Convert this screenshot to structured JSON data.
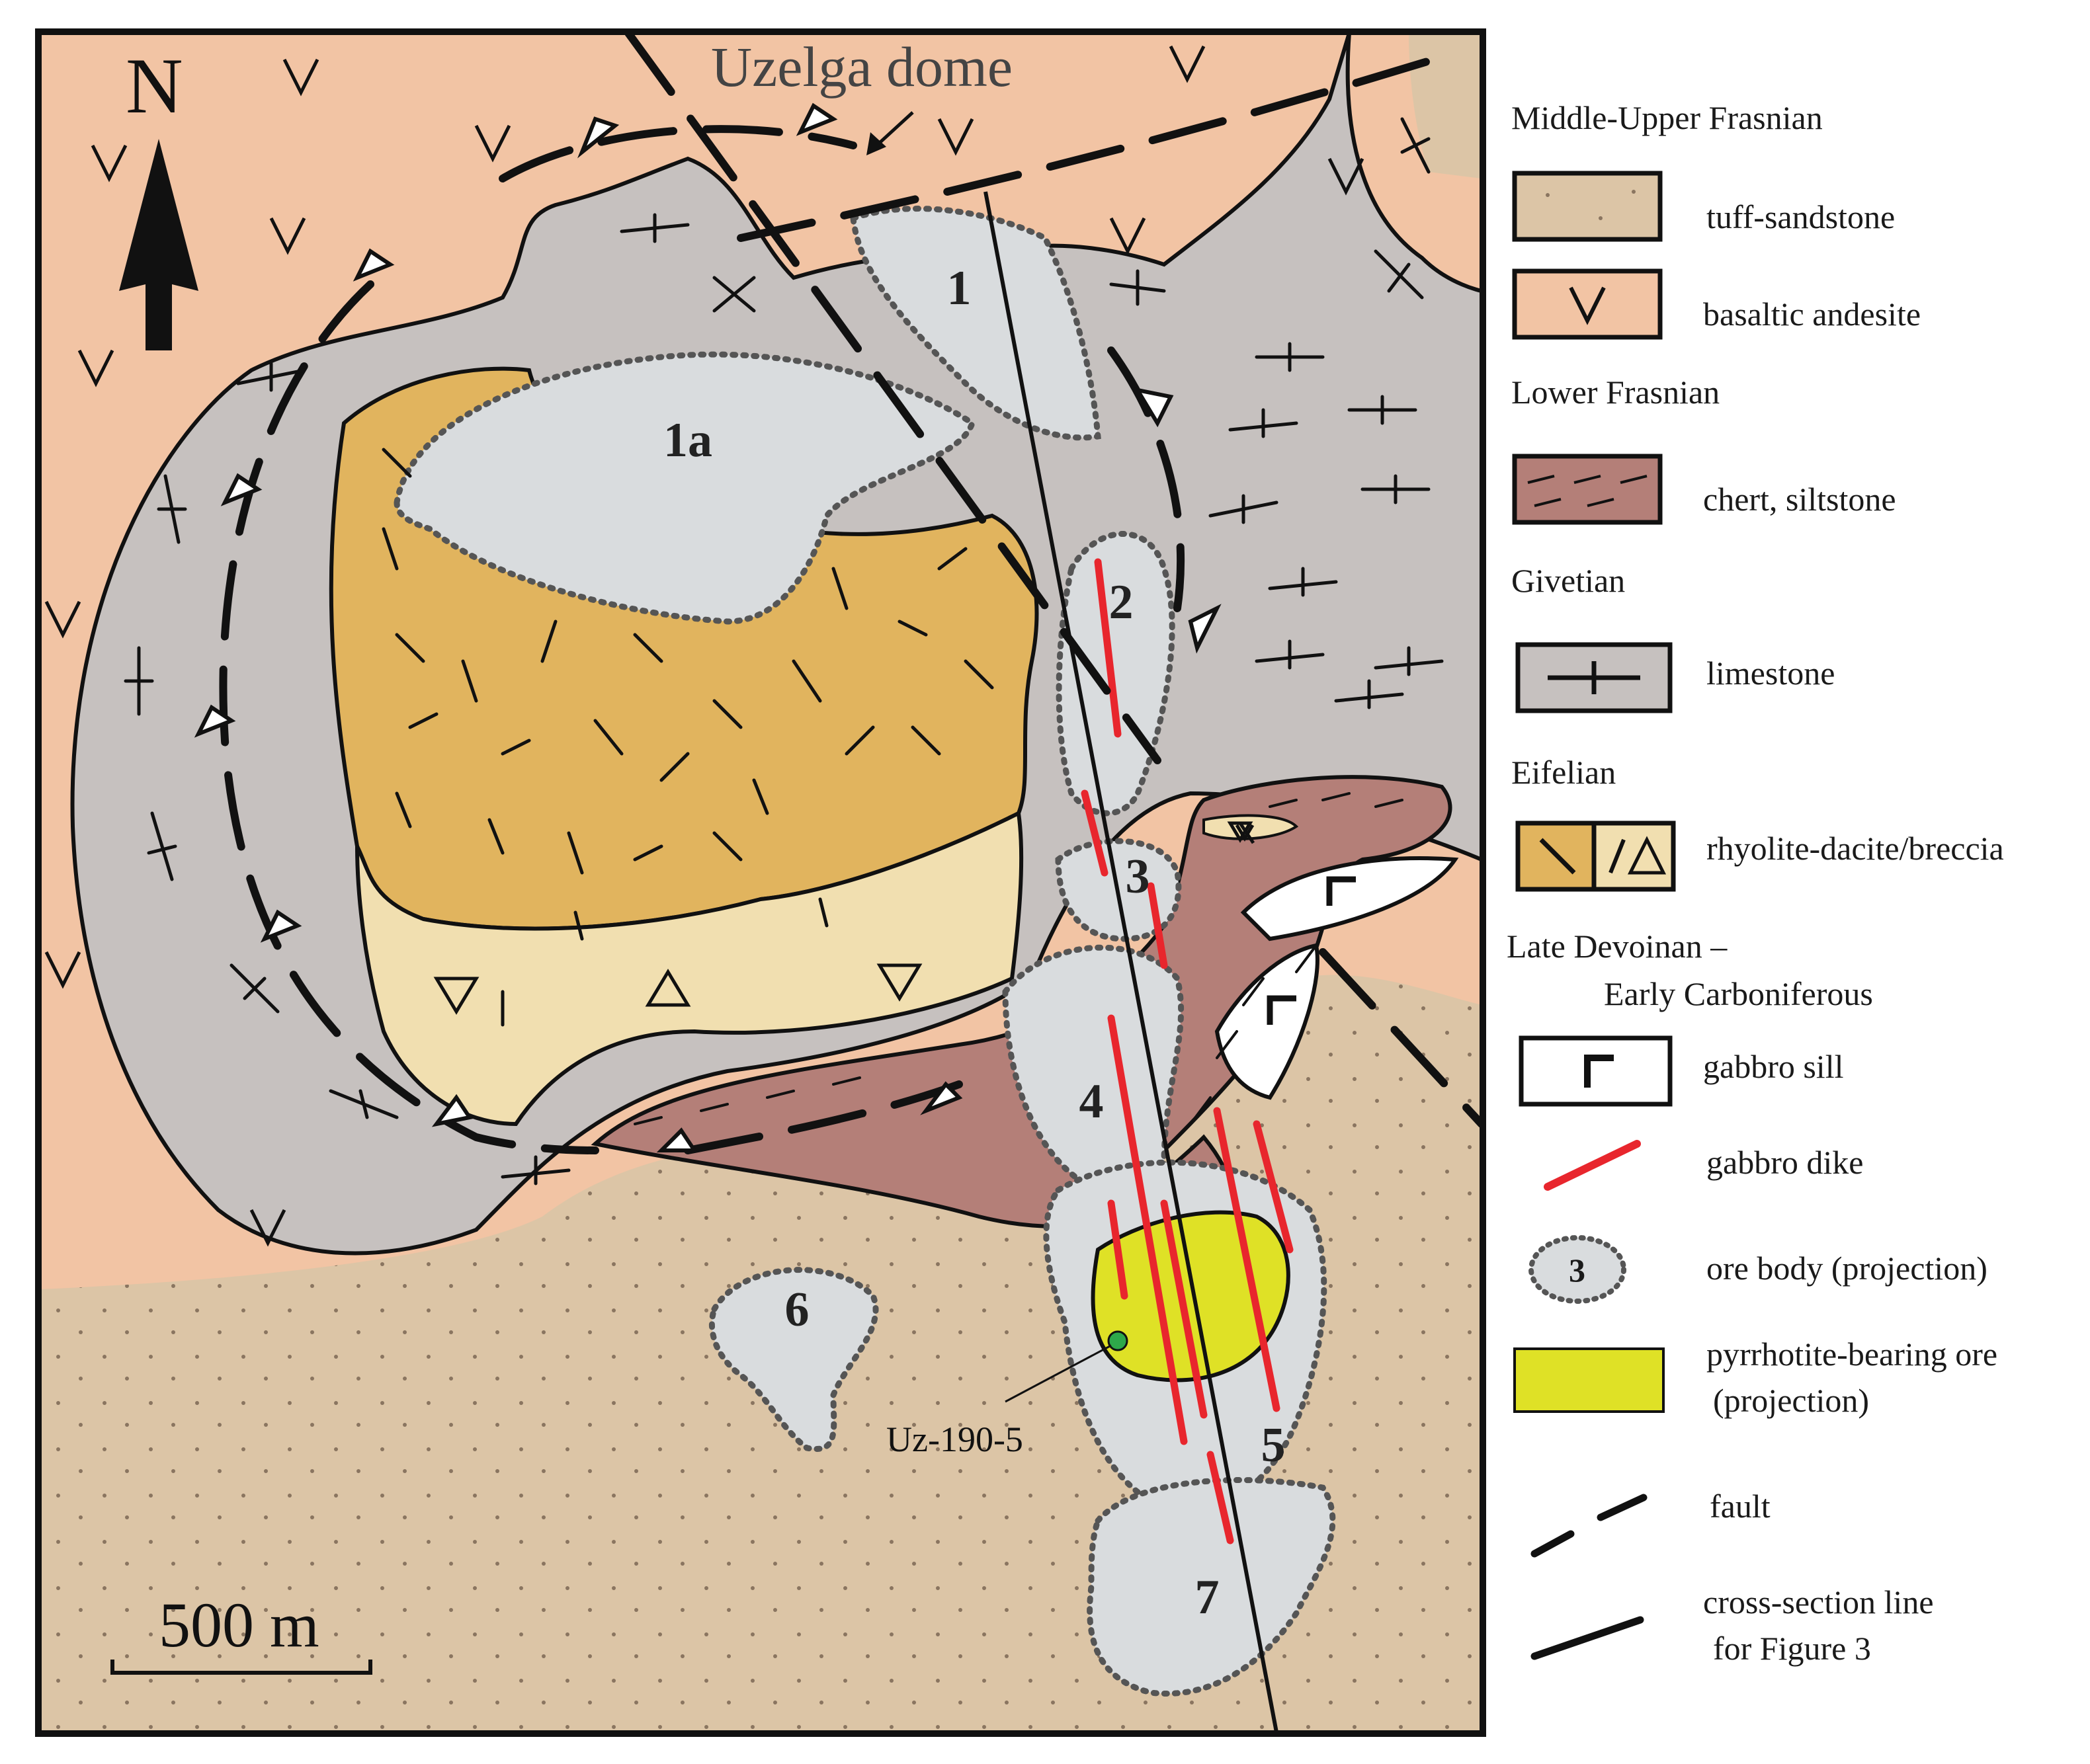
{
  "map": {
    "title": "Uzelga dome",
    "north_label": "N",
    "scale_label": "500 m",
    "well_label": "Uz-190-5",
    "ore_body_labels": [
      "1",
      "1a",
      "2",
      "3",
      "4",
      "5",
      "6",
      "7"
    ]
  },
  "colors": {
    "tuff_sandstone": "#dcc5a6",
    "basaltic_andesite": "#f2c4a4",
    "chert_siltstone": "#b47f78",
    "limestone": "#c6c1bf",
    "rhyolite_dacite": "#e1b45e",
    "breccia": "#f1dfb0",
    "gabbro_sill": "#ffffff",
    "gabbro_dike": "#e8262d",
    "ore_body": "#d9dcde",
    "pyrrhotite_ore": "#dfe126",
    "line": "#111111"
  },
  "legend": {
    "groups": [
      {
        "heading": "Middle-Upper Frasnian",
        "items": [
          {
            "symbol": "tuff-sandstone",
            "label": "tuff-sandstone"
          },
          {
            "symbol": "basaltic-andesite",
            "label": "basaltic andesite"
          }
        ]
      },
      {
        "heading": "Lower Frasnian",
        "items": [
          {
            "symbol": "chert-siltstone",
            "label": "chert, siltstone"
          }
        ]
      },
      {
        "heading": "Givetian",
        "items": [
          {
            "symbol": "limestone",
            "label": "limestone"
          }
        ]
      },
      {
        "heading": "Eifelian",
        "items": [
          {
            "symbol": "rhyolite-dacite-breccia",
            "label": "rhyolite-dacite/breccia"
          }
        ]
      },
      {
        "heading": "Late Devoinan –",
        "heading2": "Early Carboniferous",
        "items": [
          {
            "symbol": "gabbro-sill",
            "label": "gabbro sill"
          },
          {
            "symbol": "gabbro-dike",
            "label": "gabbro dike"
          },
          {
            "symbol": "ore-body",
            "label": "ore body (projection)",
            "symbol_text": "3"
          },
          {
            "symbol": "pyrrhotite-ore",
            "label": "pyrrhotite-bearing ore",
            "label2": "(projection)"
          },
          {
            "symbol": "fault",
            "label": "fault"
          },
          {
            "symbol": "cross-section-line",
            "label": "cross-section line",
            "label2": "for Figure 3"
          }
        ]
      }
    ]
  }
}
